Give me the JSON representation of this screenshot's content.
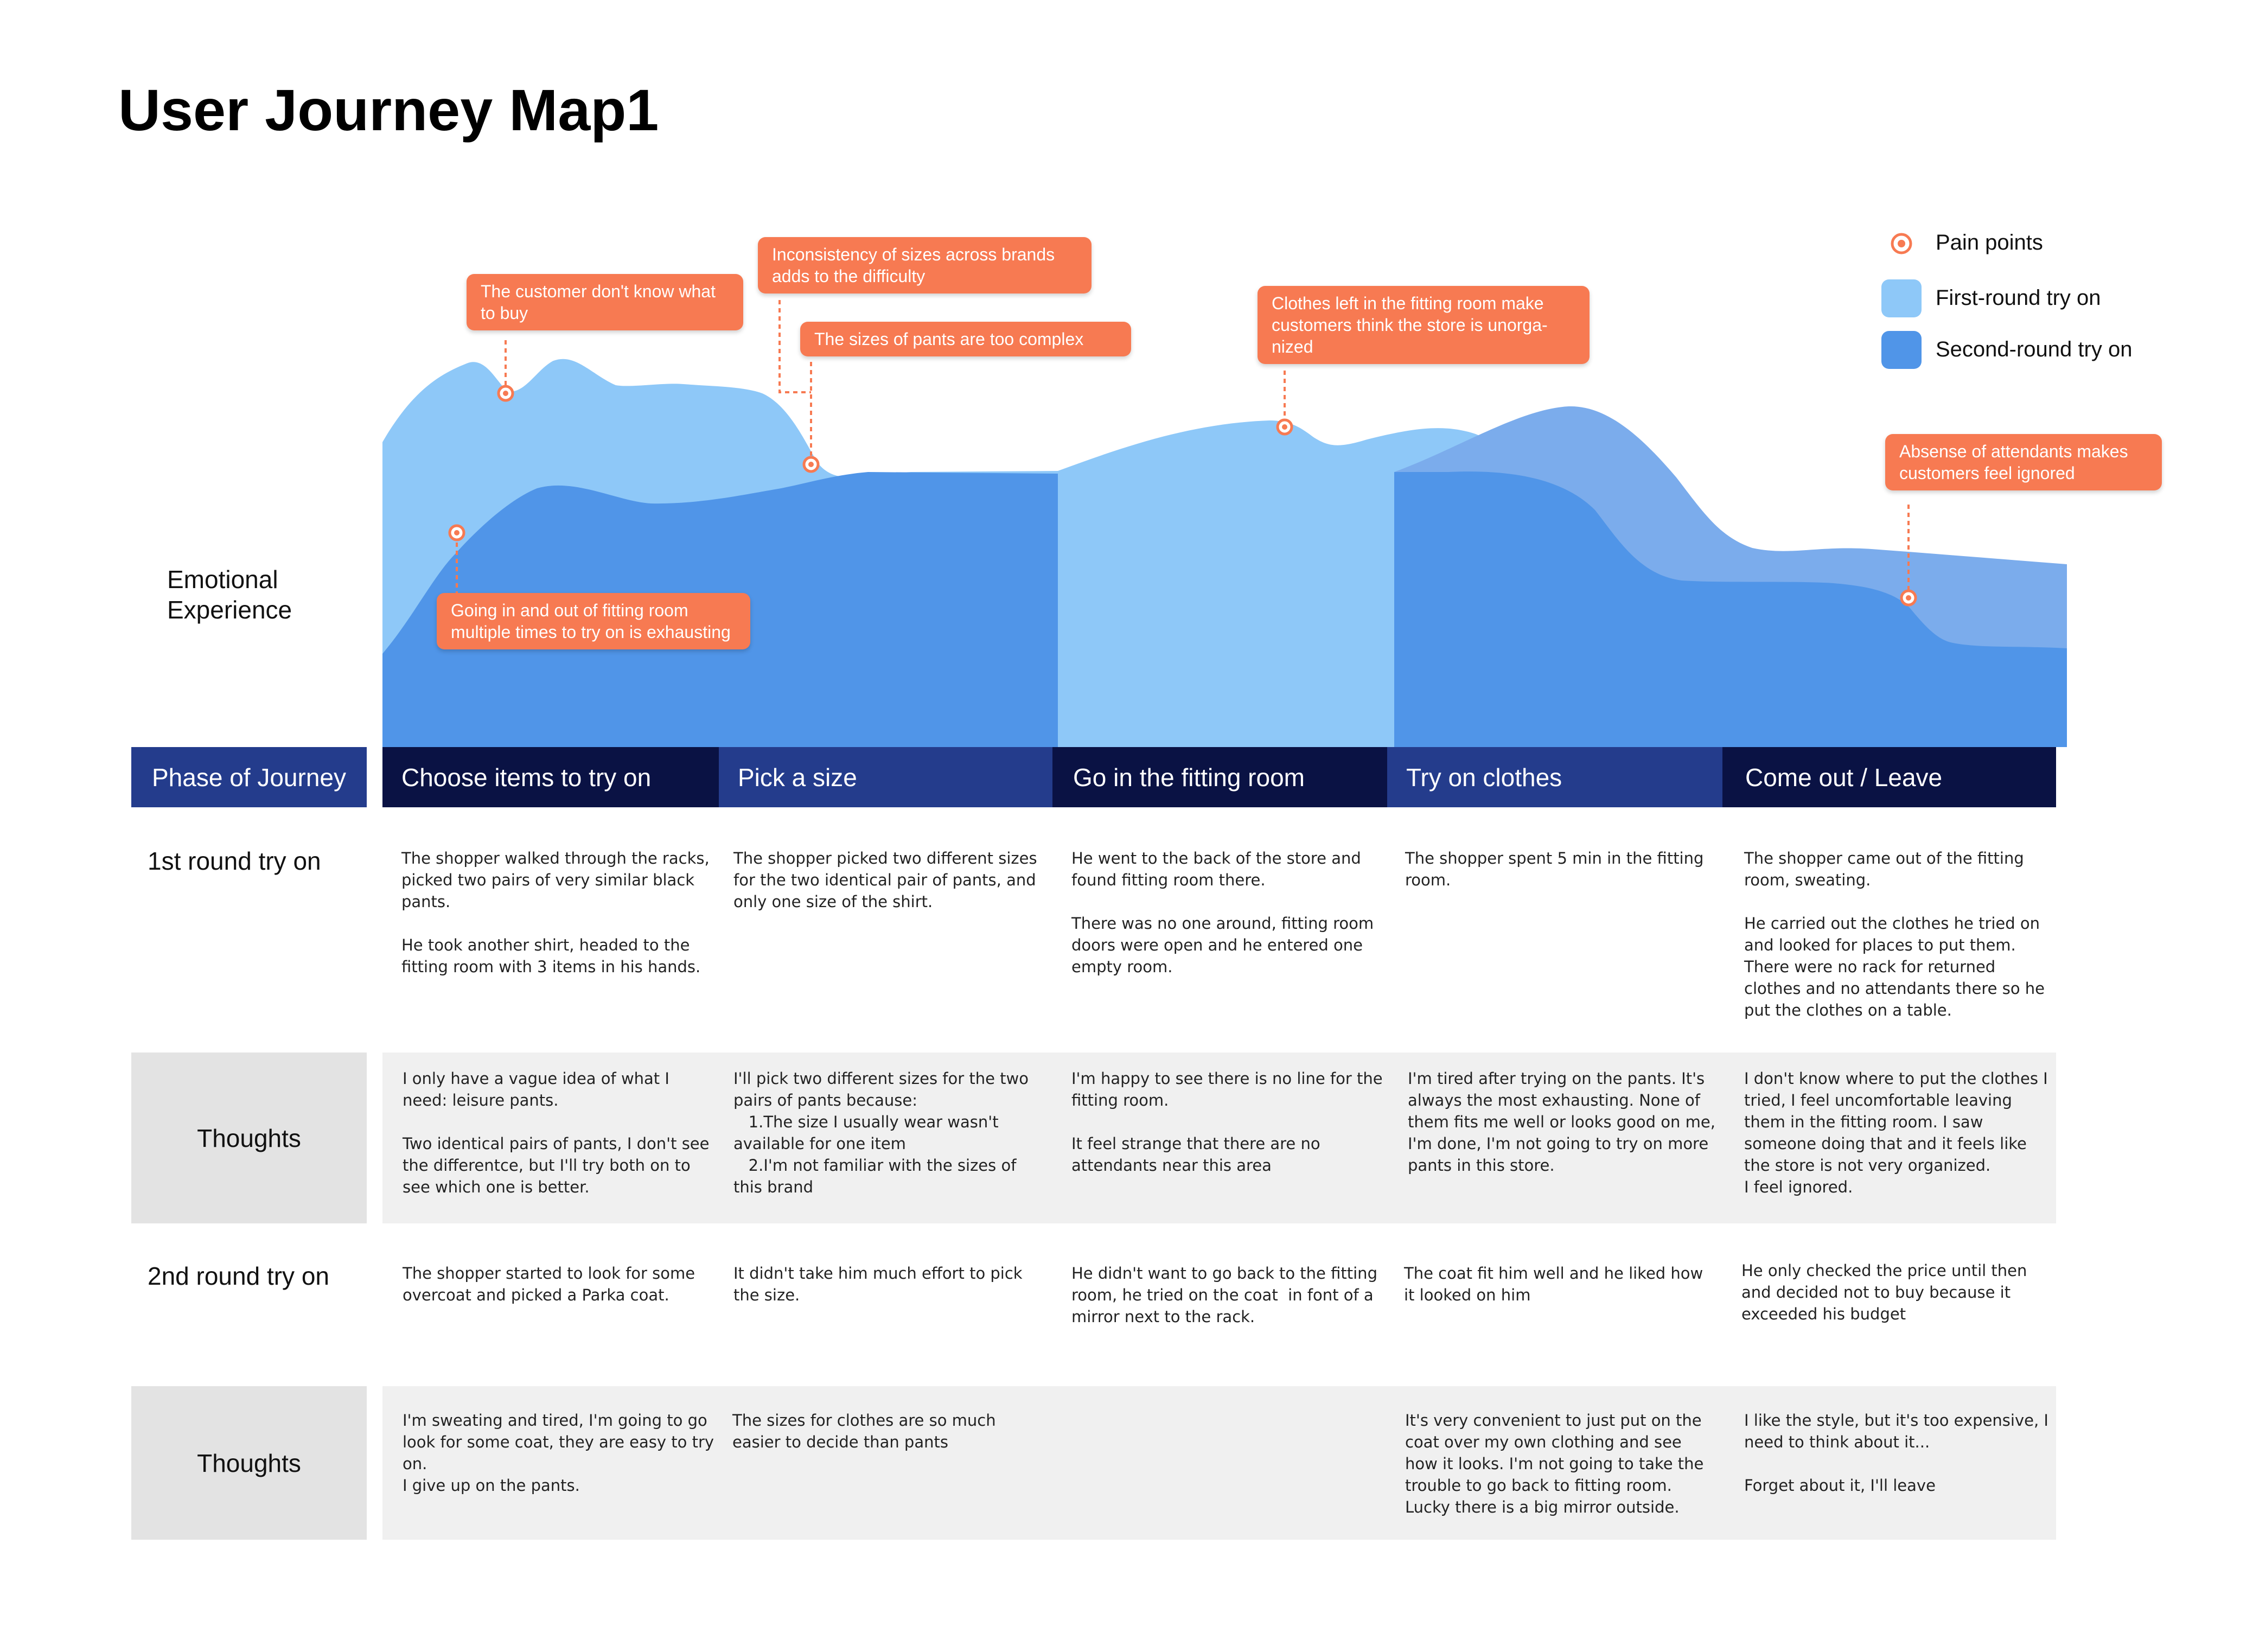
{
  "title": "User Journey Map1",
  "legend": {
    "pain": "Pain points",
    "first": "First-round try on",
    "second": "Second-round try on"
  },
  "colors": {
    "first_round": "#8ec8f8",
    "second_round": "#5095e8",
    "pain_point": "#f77a52",
    "phase_bar": "#243c8c",
    "phase_bar_dark": "#0a1244",
    "row_label_bg": "#e3e3e3",
    "row_bg": "#f0f0f0"
  },
  "emotional_label": "Emotional\nExperience",
  "callouts": [
    "The customer don't know what to buy",
    "Inconsistency of sizes across brands adds to the difficulty",
    "The sizes of pants are too complex",
    "Clothes left in the fitting room make customers think the store is unorga-nized",
    "Absense of attendants makes customers feel ignored",
    "Going in and out of fitting room multiple times to try on is exhausting"
  ],
  "phase_label": "Phase of Journey",
  "phases": [
    "Choose items to try on",
    "Pick a size",
    "Go in the fitting room",
    "Try on clothes",
    "Come out / Leave"
  ],
  "rows": {
    "first": {
      "label": "1st round try on",
      "cells": [
        "The shopper walked through the racks, picked two pairs of very similar black pants.\n\nHe took another shirt, headed to the fitting room with 3 items in his hands.",
        "The shopper picked two different sizes for the two identical pair of pants, and only one size of the shirt.",
        "He went to the back of the store and found fitting room there.\n\nThere was no one around, fitting room doors were open and he entered one empty room.",
        "The shopper spent 5 min in the fitting room.",
        "The shopper came out of the fitting room, sweating.\n\nHe carried out the clothes he tried on and looked for places to put them. There were no rack for returned clothes and no attendants there so he put the clothes on a table."
      ]
    },
    "thoughts1": {
      "label": "Thoughts",
      "cells": [
        "I only have a vague idea of what I need: leisure pants.\n\nTwo identical pairs of pants, I don't see the differentce, but I'll try both on to see which one is better.",
        "I'll pick two different sizes for the two pairs of pants because:\n   1.The size I usually wear wasn't available for one item\n   2.I'm not familiar with the sizes of this brand",
        "I'm happy to see there is no line for the fitting room.\n\nIt feel strange that there are no attendants near this area",
        "I'm tired after trying on the pants. It's always the most exhausting. None of them fits me well or looks good on me, I'm done, I'm not going to try on more pants in this store.",
        "I don't know where to put the clothes I tried, I feel uncomfortable leaving them in the fitting room. I saw someone doing that and it feels like the store is not very organized.\nI feel ignored."
      ]
    },
    "second": {
      "label": "2nd round try on",
      "cells": [
        "The shopper started to look for some overcoat and picked a Parka coat.",
        "It didn't take him much effort to pick the size.",
        "He didn't want to go back to the fitting room, he tried on the coat  in font of a mirror next to the rack.",
        "The coat fit him well and he liked how it looked on him",
        "He only checked the price until then and decided not to buy because it exceeded his budget"
      ]
    },
    "thoughts2": {
      "label": "Thoughts",
      "cells": [
        "I'm sweating and tired, I'm going to go look for some coat, they are easy to try on.\nI give up on the pants.",
        "The sizes for clothes are so much easier to decide than pants",
        "",
        "It's very convenient to just put on the coat over my own clothing and see how it looks. I'm not going to take the trouble to go back to fitting room.\nLucky there is a big mirror outside.",
        "I like the style, but it's too expensive, I need to think about it...\n\nForget about it, I'll leave"
      ]
    }
  }
}
